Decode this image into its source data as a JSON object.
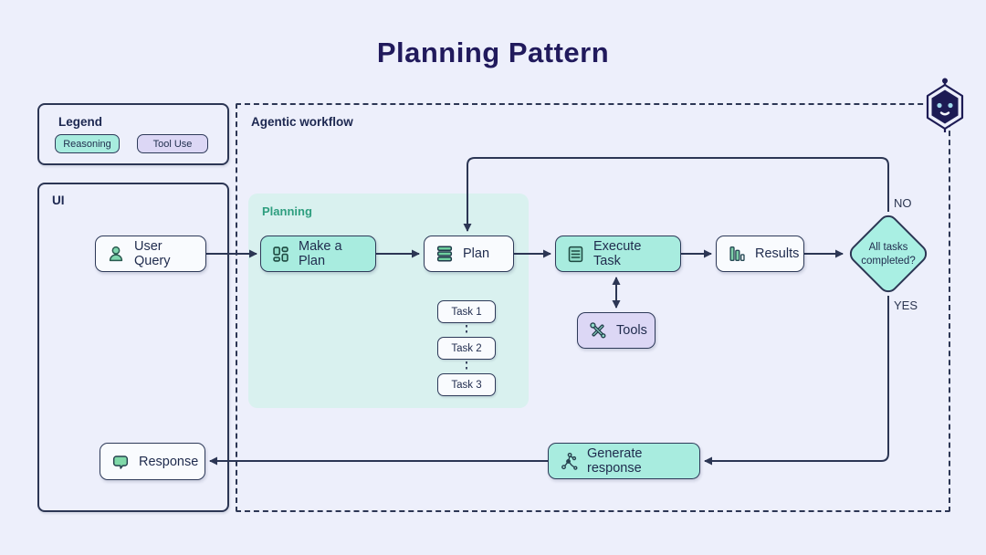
{
  "title": "Planning Pattern",
  "legend": {
    "title": "Legend",
    "items": [
      {
        "label": "Reasoning",
        "color": "#a8ecdf"
      },
      {
        "label": "Tool Use",
        "color": "#dcd7f5"
      }
    ]
  },
  "ui_panel": {
    "title": "UI",
    "user_query": "User Query",
    "response": "Response"
  },
  "workflow": {
    "title": "Agentic workflow",
    "planning_label": "Planning",
    "make_a_plan": "Make a Plan",
    "plan": "Plan",
    "tasks": [
      "Task 1",
      "Task 2",
      "Task 3"
    ],
    "execute_task": "Execute Task",
    "tools": "Tools",
    "results": "Results",
    "decision": "All tasks completed?",
    "decision_no": "NO",
    "decision_yes": "YES",
    "generate_response": "Generate response"
  },
  "icons": {
    "user_query": "person-icon",
    "make_a_plan": "layout-grid-icon",
    "plan": "stacked-list-icon",
    "execute_task": "document-lines-icon",
    "results": "bar-chart-icon",
    "tools": "wrench-screwdriver-icon",
    "generate_response": "network-icon",
    "response": "chat-bubble-icon",
    "mascot": "robot-icon"
  },
  "colors": {
    "background": "#edeffb",
    "navy": "#211a5c",
    "line": "#2c3654",
    "node_border": "#2e3a59",
    "mint": "#a8ecdf",
    "planning_bg": "#d9f1ef",
    "lavender": "#dcd7f5",
    "white_node": "#f9fbfe",
    "planning_label_green": "#2e9e7f",
    "icon_green": "#7fd6ae",
    "diamond_fill": "#a9efe3"
  }
}
